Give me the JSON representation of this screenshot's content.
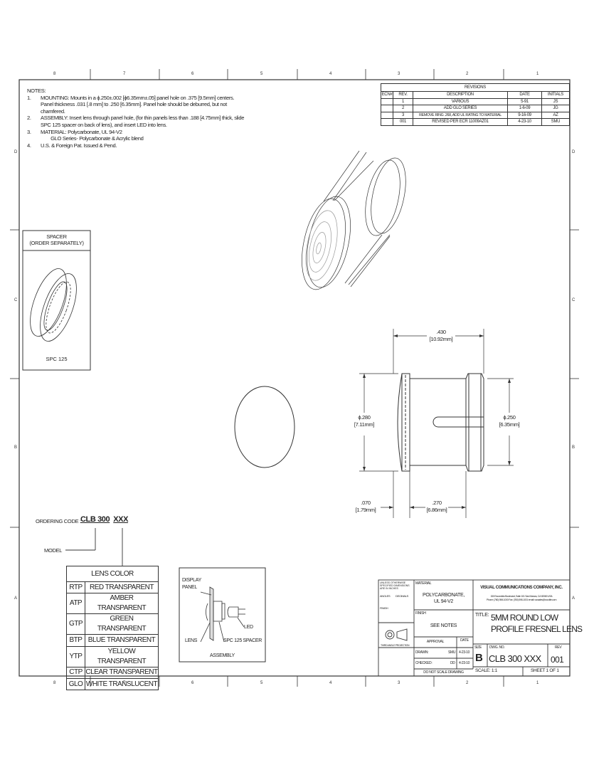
{
  "border": {
    "zones_horizontal": [
      "8",
      "7",
      "6",
      "5",
      "4",
      "3",
      "2",
      "1"
    ],
    "zones_vertical": [
      "D",
      "C",
      "B",
      "A"
    ]
  },
  "notes": {
    "heading": "NOTES:",
    "items": [
      {
        "num": "1.",
        "lines": [
          "MOUNTING: Mounts in a ϕ.250±.002 [ϕ6.35mm±.05] panel hole on .375 [9.5mm] centers.",
          "Panel thickness .031 [.8 mm] to .250 [6.35mm]. Panel hole should be deburred, but not",
          "chamfered."
        ]
      },
      {
        "num": "2.",
        "lines": [
          "ASSEMBLY: Insert lens through panel hole, (for thin panels less than .188 [4.75mm] thick, slide",
          "SPC 125 spacer on back of lens), and insert LED into lens."
        ]
      },
      {
        "num": "3.",
        "lines": [
          "MATERIAL: Polycarbonate, UL 94-V2",
          "        GLO Series- Polycarbonate & Acrylic blend"
        ]
      },
      {
        "num": "4.",
        "lines": [
          "U.S. & Foreign Pat. Issued & Pend."
        ]
      }
    ]
  },
  "revisions": {
    "title": "REVISIONS",
    "headers": [
      "ECN#",
      "REV.",
      "DESCRIPTION",
      "DATE",
      "INITIALS"
    ],
    "rows": [
      [
        "",
        "1",
        "VARIOUS",
        "5-91",
        "JS"
      ],
      [
        "",
        "2",
        "ADD GLO SERIES",
        "1-6-09",
        "JG"
      ],
      [
        "",
        "3",
        "REMOVE RING .268, ADD UL RATING TO MATERIAL",
        "9-16-09",
        "AZ"
      ],
      [
        "",
        "001",
        "REVISED PER ECR 11009AZ01",
        "4-23-10",
        "SMU"
      ]
    ]
  },
  "spacer": {
    "title_line1": "SPACER",
    "title_line2": "(ORDER SEPARATELY)",
    "part": "SPC 125"
  },
  "dimensions": {
    "overall_length": ".430",
    "overall_length_mm": "[10.92mm]",
    "flange_dia": "ϕ.280",
    "flange_dia_mm": "[7.11mm]",
    "body_dia": "ϕ.250",
    "body_dia_mm": "[6.35mm]",
    "flange_thickness": ".070",
    "flange_thickness_mm": "[1.79mm]",
    "body_length": ".270",
    "body_length_mm": "[6.86mm]"
  },
  "ordering": {
    "label": "ORDERING CODE :",
    "model_code": "CLB 300",
    "suffix": "XXX",
    "model_label": "MODEL"
  },
  "lens_color": {
    "title": "LENS COLOR",
    "rows": [
      [
        "RTP",
        "RED TRANSPARENT"
      ],
      [
        "ATP",
        "AMBER TRANSPARENT"
      ],
      [
        "GTP",
        "GREEN TRANSPARENT"
      ],
      [
        "BTP",
        "BLUE TRANSPARENT"
      ],
      [
        "YTP",
        "YELLOW TRANSPARENT"
      ],
      [
        "CTP",
        "CLEAR TRANSPARENT"
      ],
      [
        "GLO",
        "WHITE TRANSLUCENT"
      ]
    ]
  },
  "assembly": {
    "display_panel": "DISPLAY",
    "display_panel2": "PANEL",
    "led": "LED",
    "lens": "LENS",
    "spacer": "SPC 125 SPACER",
    "caption": "ASSEMBLY"
  },
  "title_block": {
    "tolerance_header": "UNLESS OTHERWISE SPECIFIED DIMENSIONS ARE IN INCHES",
    "angles": "ANGLES",
    "decimals": "DECIMALS",
    "finish_small": "FINISH",
    "projection": "THIRD ANGLE PROJECTION",
    "material_label": "MATERIAL",
    "material_value1": "POLYCARBONATE,",
    "material_value2": "UL 94-V2",
    "finish_label": "FINISH",
    "finish_value": "SEE NOTES",
    "approval": "APPROVAL",
    "date": "DATE",
    "drawn_label": "DRAWN:",
    "drawn_by": "SMU",
    "drawn_date": "4-23-10",
    "checked_label": "CHECKED:",
    "checked_by": "DD",
    "checked_date": "4-23-10",
    "do_not_scale": "DO NOT SCALE DRAWING",
    "company": "VISUAL COMMUNICATIONS COMPANY, INC.",
    "address": "150 Escondido Boulevard, Suite 101 San Marcos, CA 92069 USA",
    "contact": "Phone: (760) 598-1000 Fax: (760) 598-1001 email: vccsales@vccolite.com",
    "title_label": "TITLE:",
    "title_line1": "5MM ROUND LOW",
    "title_line2": "PROFILE FRESNEL LENS",
    "size_label": "SIZE",
    "size": "B",
    "dwg_label": "DWG. NO.",
    "dwg_no": "CLB 300 XXX",
    "rev_label": "REV",
    "rev": "001",
    "scale": "SCALE: 1:1",
    "sheet": "SHEET 1 OF 1"
  }
}
